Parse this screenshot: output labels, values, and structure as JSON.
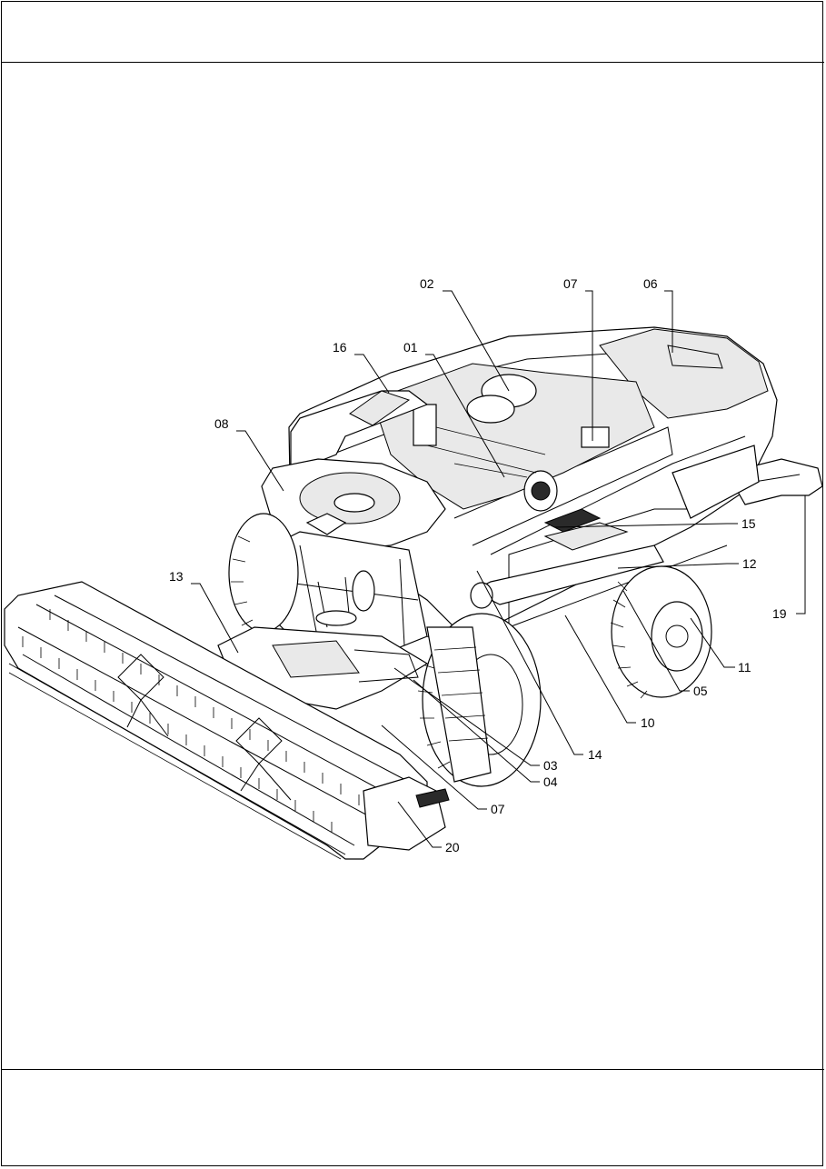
{
  "callouts": [
    {
      "id": "c01",
      "label": "01"
    },
    {
      "id": "c02",
      "label": "02"
    },
    {
      "id": "c03",
      "label": "03"
    },
    {
      "id": "c04",
      "label": "04"
    },
    {
      "id": "c05",
      "label": "05"
    },
    {
      "id": "c06",
      "label": "06"
    },
    {
      "id": "c07a",
      "label": "07"
    },
    {
      "id": "c07b",
      "label": "07"
    },
    {
      "id": "c08",
      "label": "08"
    },
    {
      "id": "c10",
      "label": "10"
    },
    {
      "id": "c11",
      "label": "11"
    },
    {
      "id": "c12",
      "label": "12"
    },
    {
      "id": "c13",
      "label": "13"
    },
    {
      "id": "c14",
      "label": "14"
    },
    {
      "id": "c15",
      "label": "15"
    },
    {
      "id": "c16",
      "label": "16"
    },
    {
      "id": "c19",
      "label": "19"
    },
    {
      "id": "c20",
      "label": "20"
    }
  ],
  "colors": {
    "line": "#000000",
    "background": "#ffffff"
  }
}
